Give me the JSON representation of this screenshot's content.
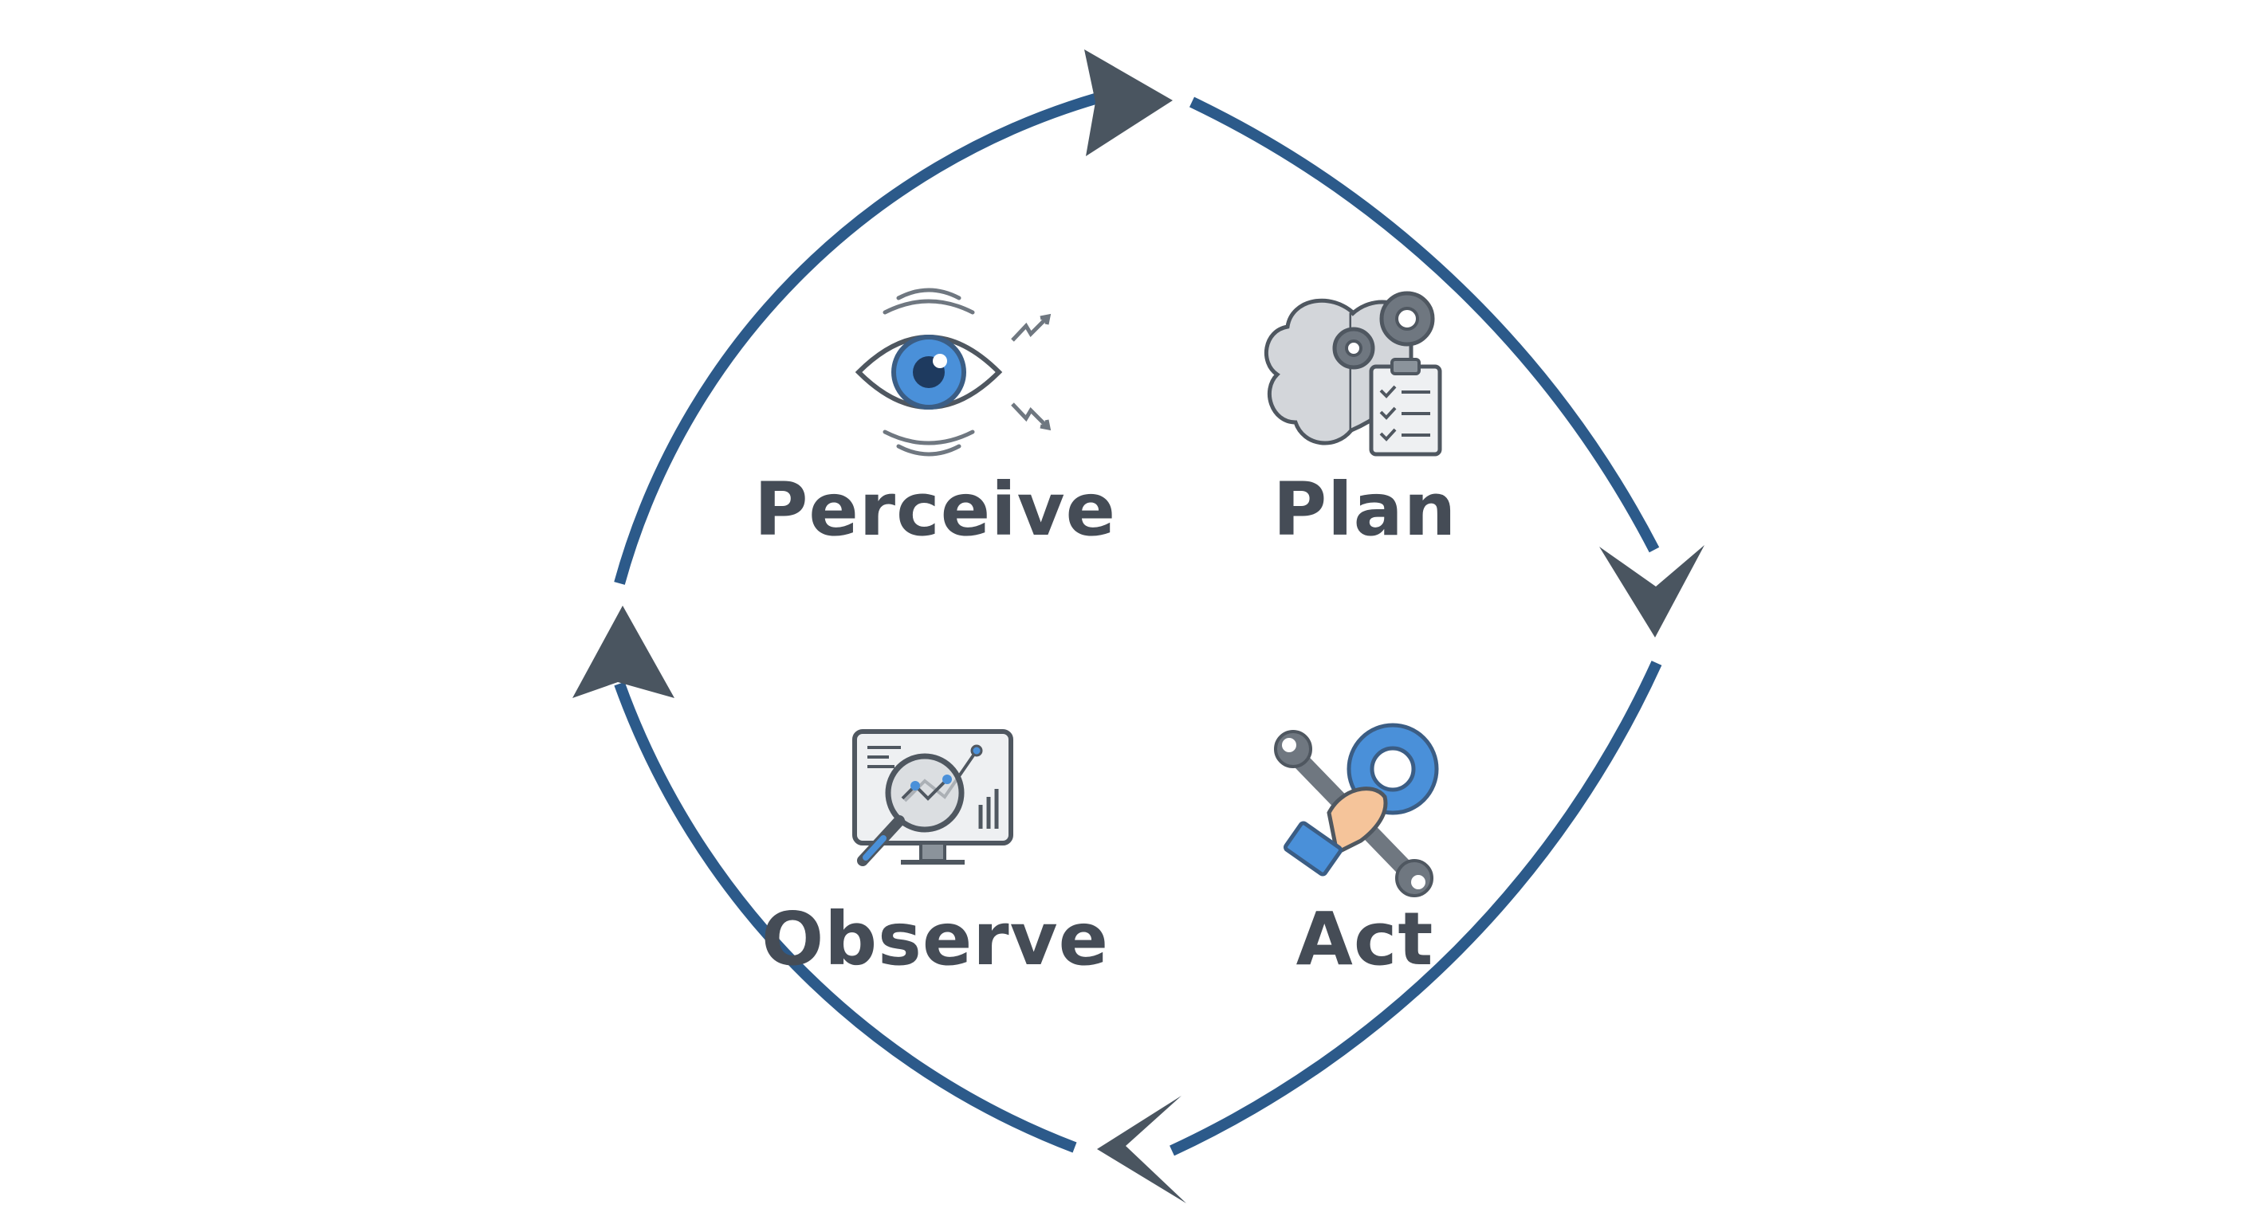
{
  "diagram": {
    "type": "cycle",
    "stages": [
      {
        "id": "perceive",
        "label": "Perceive",
        "icon": "eye-icon"
      },
      {
        "id": "plan",
        "label": "Plan",
        "icon": "brain-gears-checklist-icon"
      },
      {
        "id": "act",
        "label": "Act",
        "icon": "hand-wrench-gear-icon"
      },
      {
        "id": "observe",
        "label": "Observe",
        "icon": "monitor-magnifier-icon"
      }
    ],
    "flow": [
      "perceive",
      "plan",
      "act",
      "observe",
      "perceive"
    ],
    "direction": "clockwise"
  },
  "colors": {
    "ring": "#2c5a8a",
    "arrowhead": "#4a5560",
    "label": "#454c56",
    "icon_outline": "#4f5760",
    "icon_accent_blue": "#4a90d9",
    "icon_fill_gray": "#d3d6da",
    "skin": "#f5c49a",
    "background": "#ffffff"
  }
}
